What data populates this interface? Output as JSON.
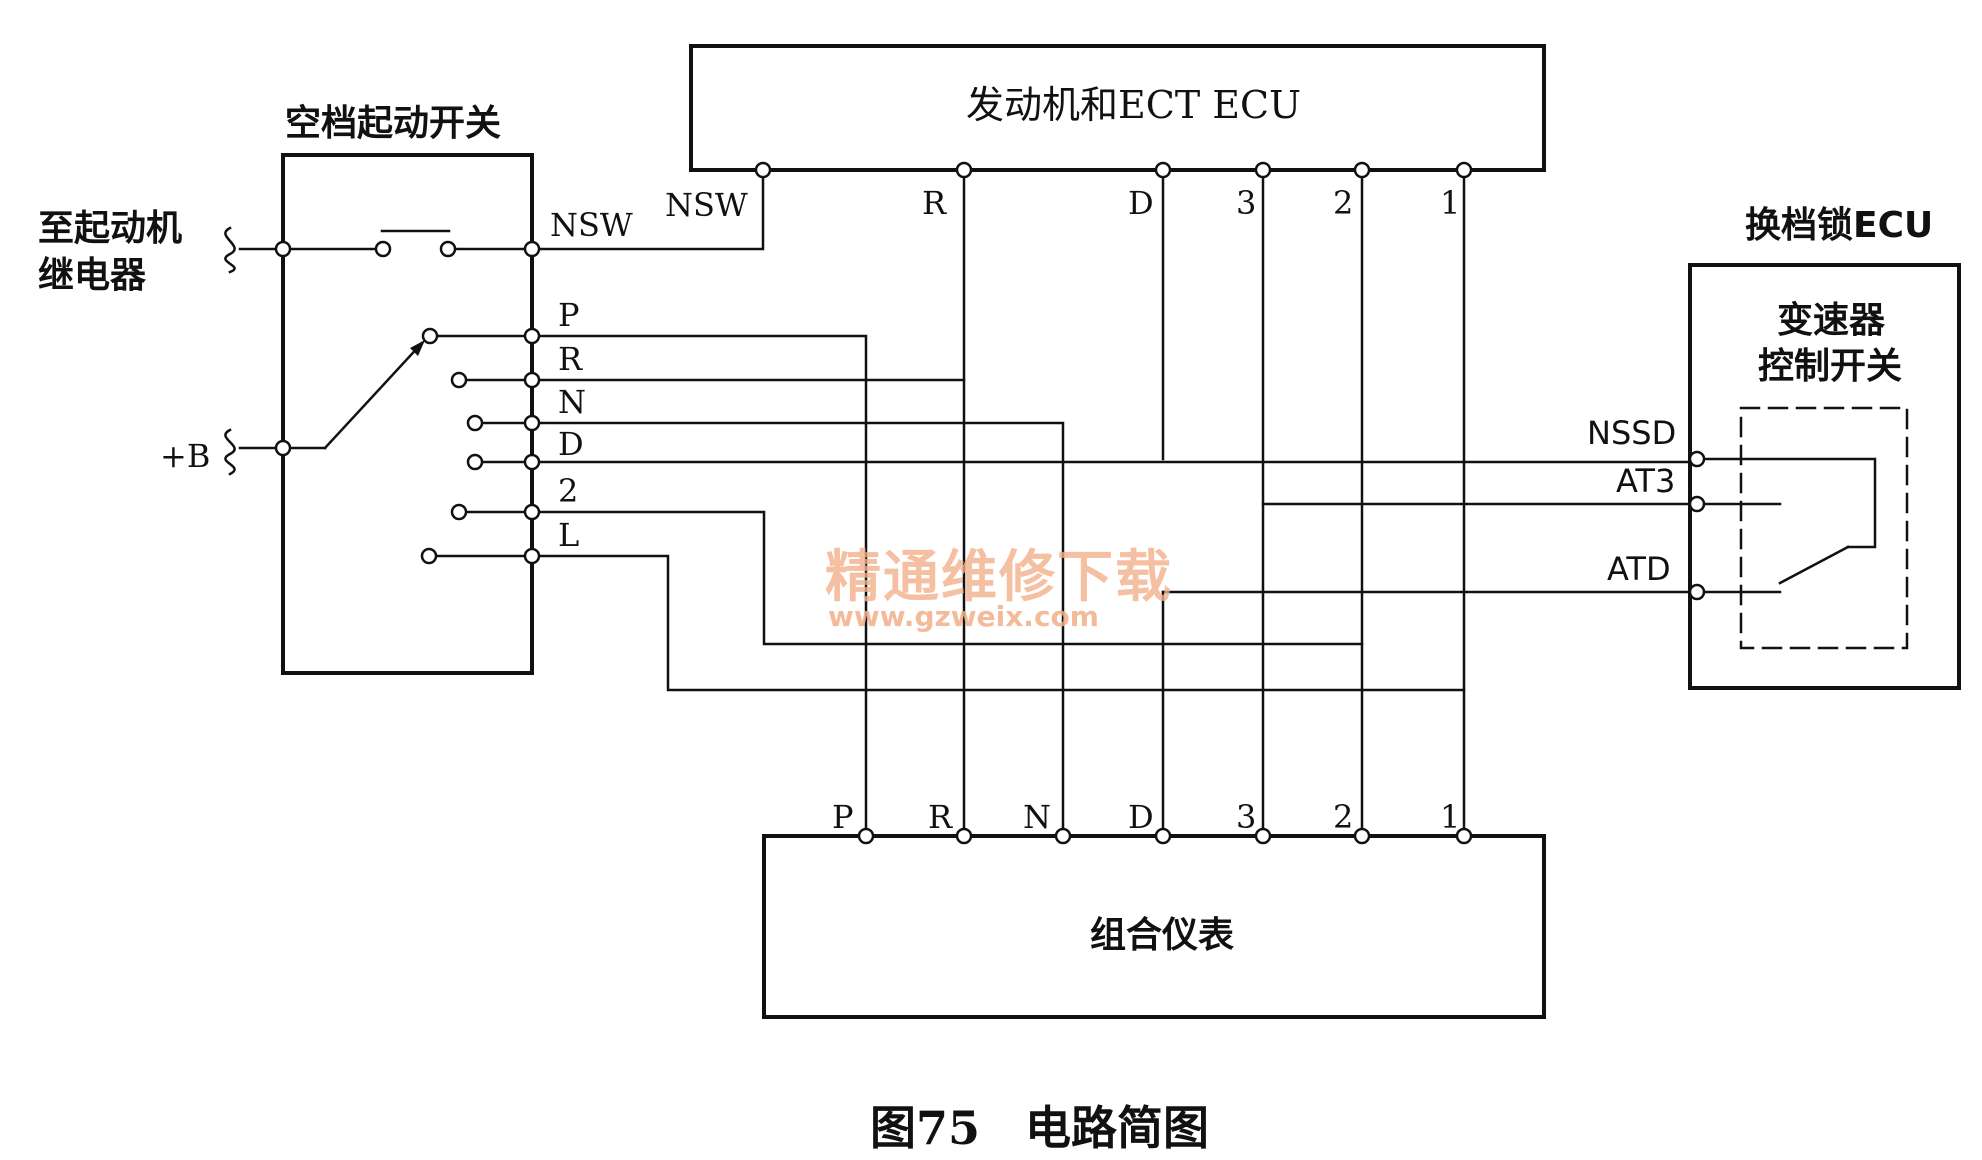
{
  "caption": {
    "figure_no": "图75",
    "title": "电路简图"
  },
  "neutral_start_switch": {
    "title": "空档起动开关",
    "pins": [
      "NSW",
      "P",
      "R",
      "N",
      "D",
      "2",
      "L"
    ]
  },
  "starter_relay_label": [
    "至起动机",
    "继电器"
  ],
  "battery_label": "+B",
  "engine_ecu": {
    "title": "发动机和ECT  ECU",
    "pins": [
      "NSW",
      "R",
      "D",
      "3",
      "2",
      "1"
    ]
  },
  "shift_lock_ecu": {
    "title": "换档锁ECU",
    "inner_title": [
      "变速器",
      "控制开关"
    ],
    "pins": [
      "NSSD",
      "AT3",
      "ATD"
    ]
  },
  "combination_meter": {
    "title": "组合仪表",
    "pins": [
      "P",
      "R",
      "N",
      "D",
      "3",
      "2",
      "1"
    ]
  },
  "watermark": {
    "text": "精通维修下载",
    "url": "www.gzweix.com"
  }
}
